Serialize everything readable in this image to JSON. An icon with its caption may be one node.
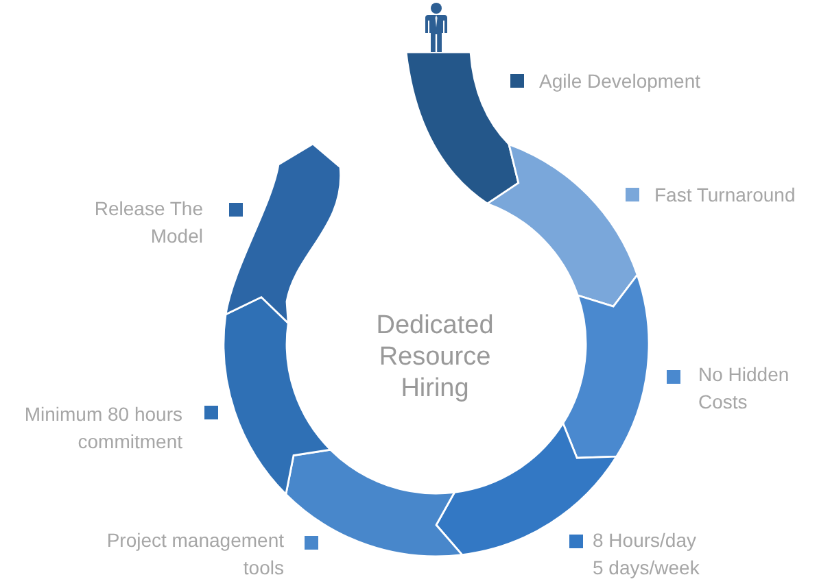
{
  "diagram": {
    "labels": [
      "Dedicated Resource Hiring"
    ],
    "legend": [
      {
        "text": "Agile Development",
        "color": "#24578a"
      },
      {
        "text": "Fast Turnaround",
        "color": "#7aa7da"
      },
      {
        "text": "Release The Model",
        "color": "#2c66a6"
      },
      {
        "text": "No Hidden Costs",
        "color": "#4a89cf"
      },
      {
        "text": "Minimum 80 hours commitment",
        "color": "#2f70b5"
      },
      {
        "text": "Project management tools",
        "color": "#4887cb"
      },
      {
        "text": "8 Hours/day 5 days/week",
        "color": "#3378c4"
      }
    ]
  }
}
